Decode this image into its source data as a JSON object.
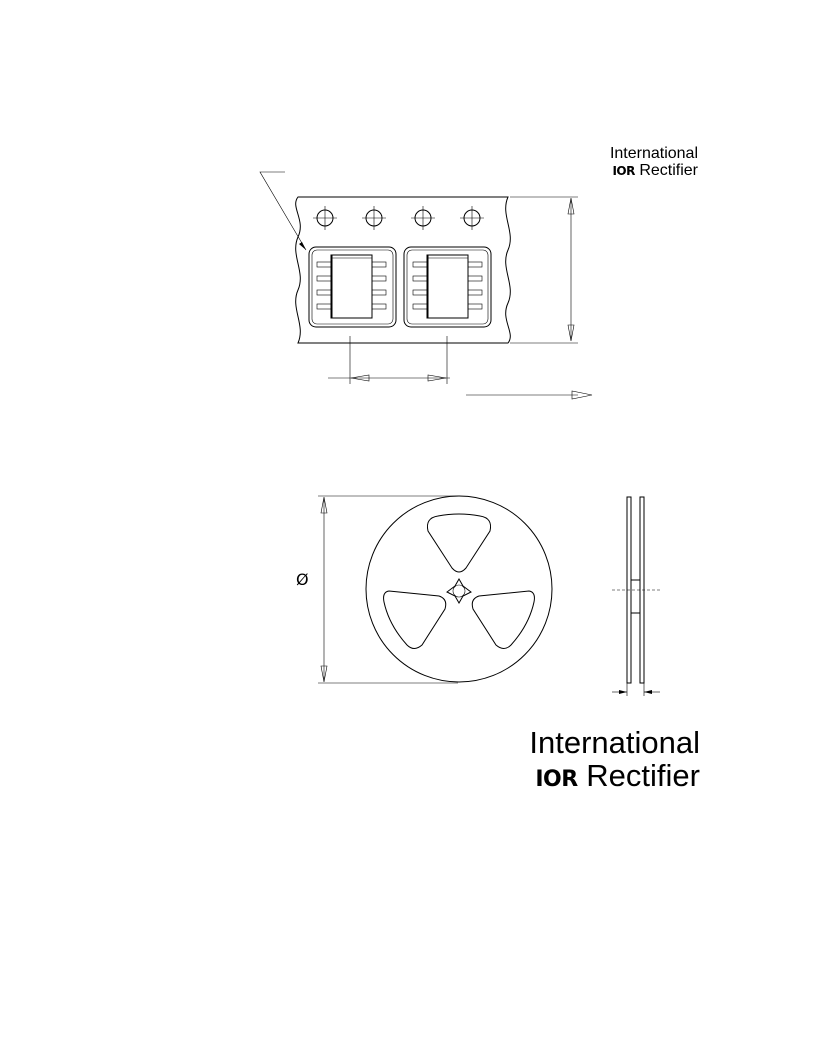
{
  "logo_top": {
    "line1": "International",
    "line2_mark": "IOR",
    "line2_text": "Rectifier"
  },
  "logo_bottom": {
    "line1": "International",
    "line2_mark": "IOR",
    "line2_text": "Rectifier"
  },
  "reel": {
    "diameter_symbol": "Ø"
  }
}
